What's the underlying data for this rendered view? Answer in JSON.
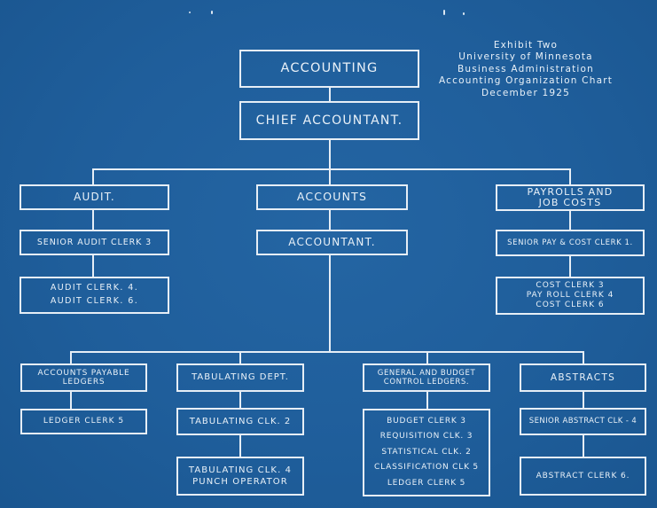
{
  "caption": {
    "line1": "Exhibit Two",
    "line2": "University of Minnesota",
    "line3": "Business Administration",
    "line4": "Accounting Organization Chart",
    "line5": "December 1925"
  },
  "top": {
    "accounting": "Accounting",
    "chief": "Chief Accountant."
  },
  "audit": {
    "title": "Audit.",
    "senior": "Senior Audit Clerk 3",
    "clerks": [
      "Audit Clerk. 4.",
      "Audit Clerk. 6."
    ]
  },
  "accounts": {
    "title": "Accounts",
    "accountant": "Accountant."
  },
  "payrolls": {
    "title": [
      "Payrolls and",
      "Job Costs"
    ],
    "senior": "Senior Pay & Cost Clerk 1.",
    "clerks": [
      "Cost Clerk 3",
      "Pay Roll Clerk 4",
      "Cost Clerk 6"
    ]
  },
  "payable": {
    "title": [
      "Accounts Payable",
      "Ledgers"
    ],
    "clerk": "Ledger Clerk 5"
  },
  "tabulating": {
    "title": "Tabulating Dept.",
    "clerk": "Tabulating Clk. 2",
    "clerk2": [
      "Tabulating Clk. 4",
      "Punch Operator"
    ]
  },
  "budget": {
    "title": [
      "General and Budget",
      "Control Ledgers."
    ],
    "clerks": [
      "Budget Clerk 3",
      "Requisition Clk. 3",
      "Statistical Clk. 2",
      "Classification Clk 5",
      "Ledger Clerk 5"
    ]
  },
  "abstracts": {
    "title": "Abstracts",
    "senior": "Senior Abstract Clk - 4",
    "clerk": "Abstract Clerk 6."
  }
}
